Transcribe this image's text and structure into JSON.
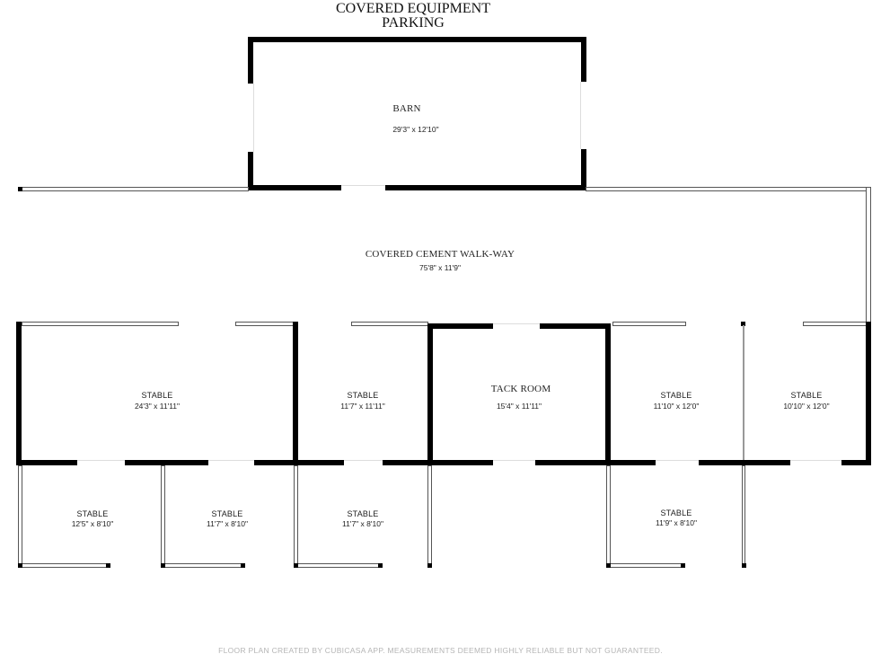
{
  "header": {
    "title_line1": "COVERED EQUIPMENT",
    "title_line2": "PARKING"
  },
  "rooms": {
    "barn": {
      "name": "BARN",
      "dim": "29'3\" x 12'10\""
    },
    "walkway": {
      "name": "COVERED CEMENT WALK-WAY",
      "dim": "75'8\" x 11'9\""
    },
    "stable_1": {
      "name": "STABLE",
      "dim": "24'3\" x 11'11\""
    },
    "stable_2": {
      "name": "STABLE",
      "dim": "11'7\" x 11'11\""
    },
    "tack_room": {
      "name": "TACK ROOM",
      "dim": "15'4\" x 11'11\""
    },
    "stable_3": {
      "name": "STABLE",
      "dim": "11'10\" x 12'0\""
    },
    "stable_4": {
      "name": "STABLE",
      "dim": "10'10\" x 12'0\""
    },
    "stable_5": {
      "name": "STABLE",
      "dim": "12'5\" x 8'10\""
    },
    "stable_6": {
      "name": "STABLE",
      "dim": "11'7\" x 8'10\""
    },
    "stable_7": {
      "name": "STABLE",
      "dim": "11'7\" x 8'10\""
    },
    "stable_8": {
      "name": "STABLE",
      "dim": "11'9\" x 8'10\""
    }
  },
  "footer": {
    "disclaimer": "FLOOR PLAN CREATED BY CUBICASA APP. MEASUREMENTS DEEMED HIGHLY RELIABLE BUT NOT GUARANTEED."
  },
  "colors": {
    "wall": "#000000",
    "thin_wall": "#555555",
    "footer_text": "#b5b5b5"
  }
}
